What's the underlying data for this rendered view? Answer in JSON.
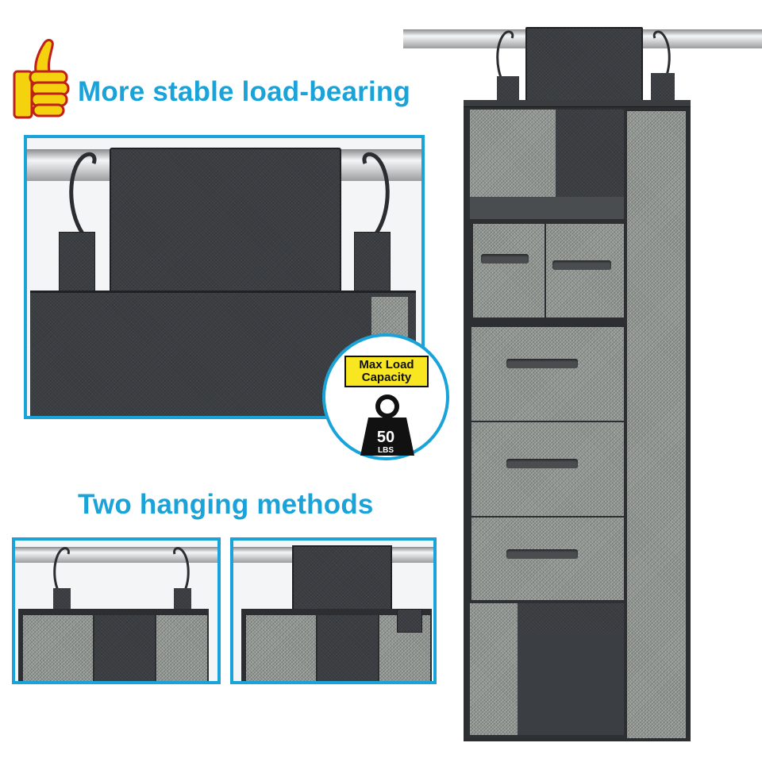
{
  "headline_top": "More stable load-bearing",
  "headline_middle": "Two hanging methods",
  "badge": {
    "label": "Max Load Capacity",
    "weight_value": "50",
    "weight_unit": "LBS"
  },
  "icons": [
    "thumbs-up-icon",
    "weight-icon"
  ],
  "colors": {
    "headline": "#1aa3d9",
    "panel_border": "#1aa3d9",
    "badge_label": "#f7e620",
    "fabric_dark": "#3b3e42",
    "fabric_linen": "#8f9590"
  }
}
